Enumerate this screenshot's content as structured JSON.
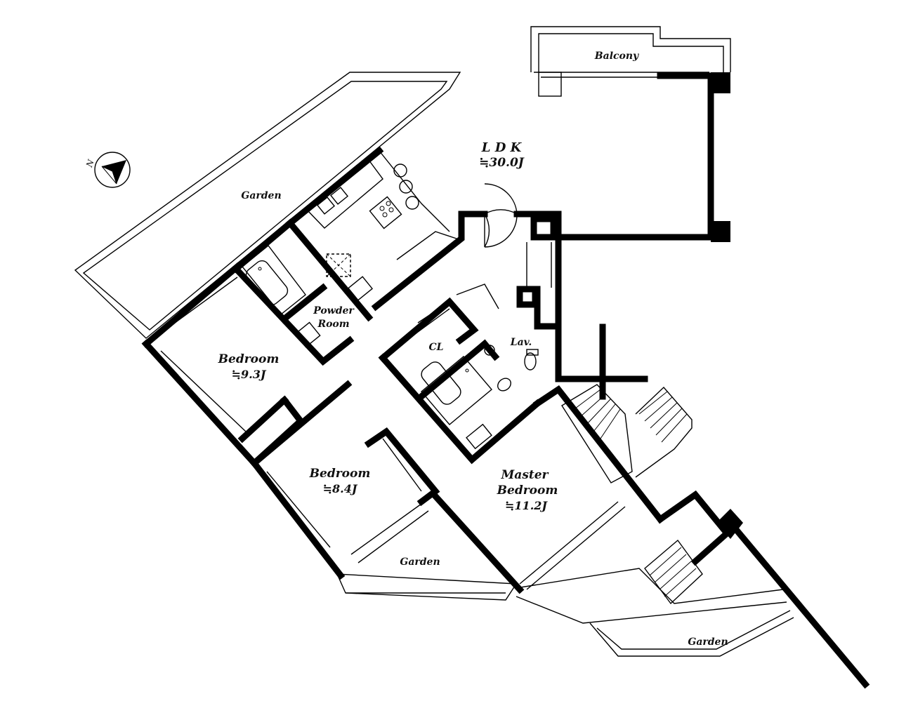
{
  "rooms": {
    "ldk": {
      "name": "L D K",
      "area": "≒30.0J"
    },
    "balcony": {
      "name": "Balcony"
    },
    "garden_north": {
      "name": "Garden"
    },
    "powder_room": {
      "line1": "Powder",
      "line2": "Room"
    },
    "bedroom_1": {
      "name": "Bedroom",
      "area": "≒9.3J"
    },
    "bedroom_2": {
      "name": "Bedroom",
      "area": "≒8.4J"
    },
    "closet": {
      "name": "CL"
    },
    "lavatory": {
      "name": "Lav."
    },
    "master_bedroom": {
      "line1": "Master",
      "line2": "Bedroom",
      "area": "≒11.2J"
    },
    "garden_south": {
      "name": "Garden"
    },
    "garden_east": {
      "name": "Garden"
    }
  },
  "compass": {
    "label": "N"
  }
}
